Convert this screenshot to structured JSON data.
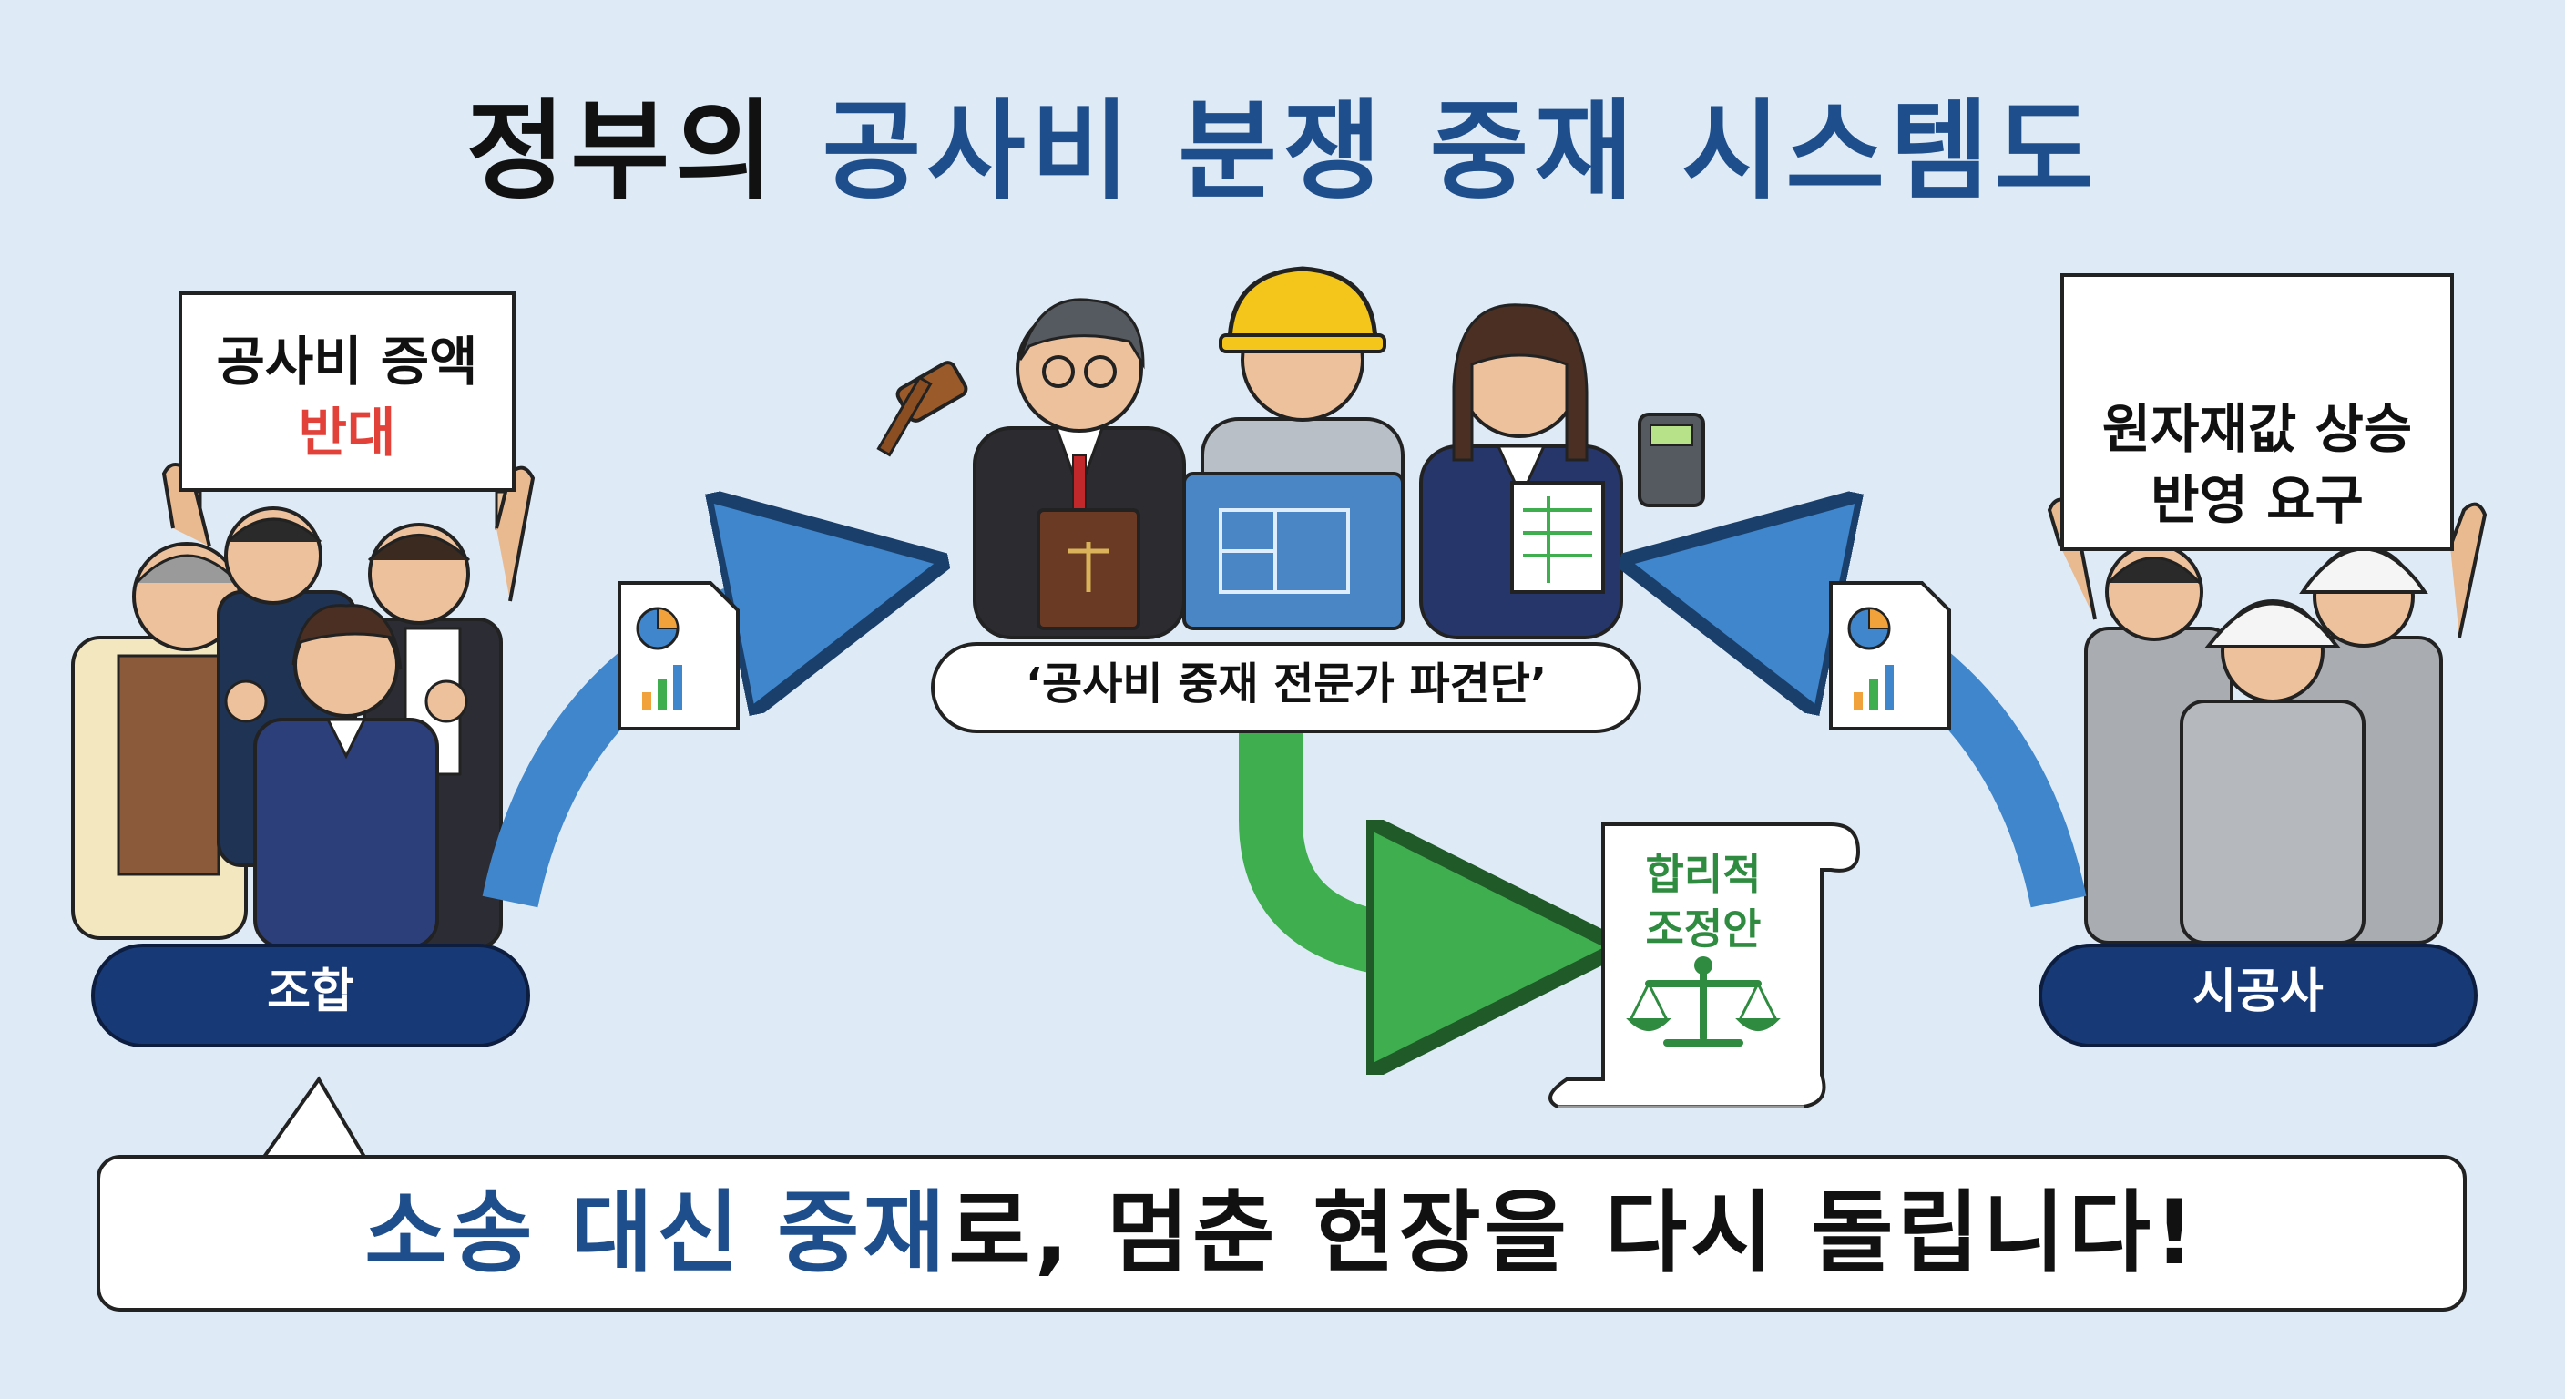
{
  "title": {
    "part1": "정부의 ",
    "part2": "공사비 분쟁 중재 시스템도"
  },
  "union": {
    "sign_line1": "공사비 증액",
    "sign_line2": "반대",
    "label": "조합"
  },
  "contractor": {
    "sign_line1": "원자재값 상승",
    "sign_line2": "반영 요구",
    "label": "시공사"
  },
  "mediation_team": {
    "label": "‘공사비 중재 전문가 파견단’"
  },
  "proposal": {
    "line1": "합리적",
    "line2": "조정안"
  },
  "slogan": {
    "part1": "소송 대신 중재",
    "part2": "로, 멈춘 현장을 다시 돌립니다!"
  },
  "colors": {
    "accent_blue": "#1e4f8c",
    "arrow_blue": "#3f86cc",
    "arrow_green": "#3fae4e",
    "pill_navy": "#173a77",
    "red": "#e2413a"
  }
}
